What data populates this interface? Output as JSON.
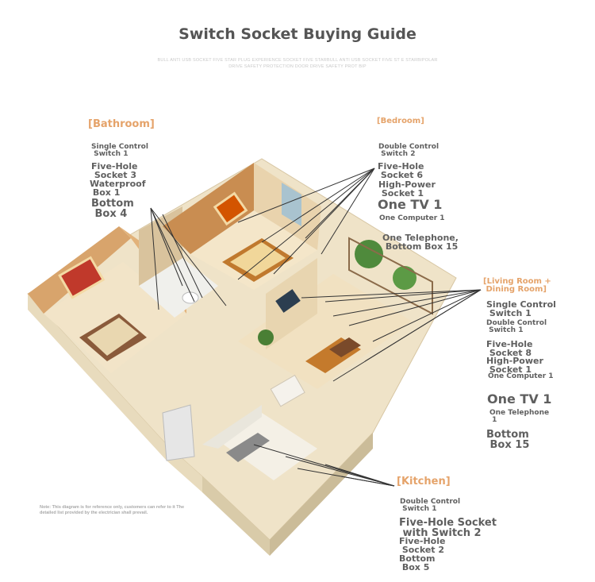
{
  "title": "Switch Socket Buying Guide",
  "subtitle": "BULL ANTI USB SOCKET FIVE STAR PLUG EXPERIENCE SOCKET FIVE STARBULL ANTI USB SOCKET FIVE ST E STARBIPOLAR DRIVE SAFETY PROTECTION DOOR DRIVE SAFETY PROT BIP",
  "bathroom": {
    "title": "[Bathroom]",
    "items": [
      "Single Control\n Switch 1",
      "Five-Hole\n Socket 3",
      "Waterproof\n Box 1",
      "Bottom\n Box 4"
    ]
  },
  "bedroom": {
    "title": "[Bedroom]",
    "items": [
      "Double Control\n Switch 2",
      "Five-Hole\n Socket 6",
      "High-Power\n Socket 1",
      "One TV 1",
      "One Computer 1",
      "One Telephone,\n Bottom Box 15"
    ]
  },
  "living": {
    "title": "[Living Room +\n Dining Room]",
    "items": [
      "Single Control\n Switch 1",
      "Double Control\n Switch 1",
      "Five-Hole\n Socket 8",
      "High-Power\n Socket 1",
      "One Computer 1",
      "One TV 1",
      "One Telephone\n 1",
      "Bottom\n Box 15"
    ]
  },
  "kitchen": {
    "title": "[Kitchen]",
    "items": [
      "Double Control\n Switch 1",
      "Five-Hole Socket\n with Switch 2",
      "Five-Hole\n Socket 2",
      "Bottom\n Box 5"
    ]
  },
  "note": "Note: This diagram is for reference only, customers can refer to it The detailed list provided by the electrician shall prevail.",
  "colors": {
    "accent": "#e5a36a",
    "label": "#5f5f5f",
    "floor": "#efe3c8",
    "wall": "#f4e7cf",
    "woodWall": "#c9935a"
  }
}
